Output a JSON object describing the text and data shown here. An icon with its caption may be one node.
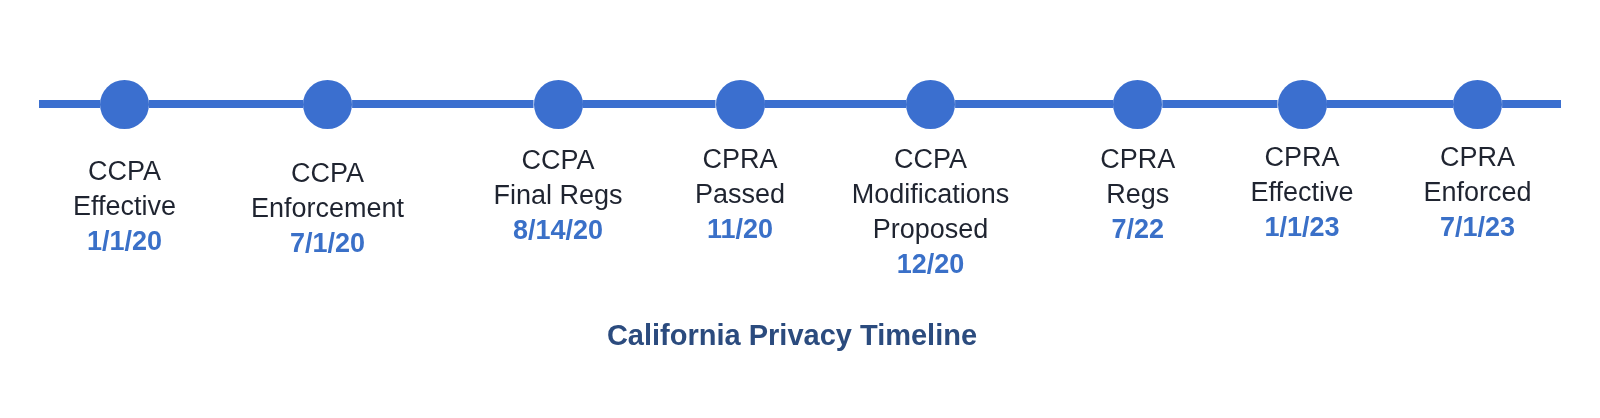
{
  "diagram": {
    "title": "California Privacy Timeline",
    "nodes": [
      {
        "text": [],
        "shape": "circle",
        "beside": [
          "CCPA Effective",
          "1/1/20"
        ]
      },
      {
        "text": [],
        "shape": "circle",
        "beside": [
          "CCPA Enforcement",
          "7/1/20"
        ]
      },
      {
        "text": [],
        "shape": "circle",
        "beside": [
          "CCPA Final Regs",
          "8/14/20"
        ]
      },
      {
        "text": [],
        "shape": "circle",
        "beside": [
          "CPRA Passed",
          "11/20"
        ]
      },
      {
        "text": [],
        "shape": "circle",
        "beside": [
          "CCPA Modifications Proposed",
          "12/20"
        ]
      },
      {
        "text": [],
        "shape": "circle",
        "beside": [
          "CPRA Regs",
          "7/22"
        ]
      },
      {
        "text": [],
        "shape": "circle",
        "beside": [
          "CPRA Effective",
          "1/1/23"
        ]
      },
      {
        "text": [],
        "shape": "circle",
        "beside": [
          "CPRA Enforced",
          "7/1/23"
        ]
      }
    ],
    "edges": [
      {
        "from": null,
        "to": 0,
        "arrow": "none"
      },
      {
        "from": 0,
        "to": 1,
        "arrow": "none"
      },
      {
        "from": 1,
        "to": 2,
        "arrow": "none"
      },
      {
        "from": 2,
        "to": 3,
        "arrow": "none"
      },
      {
        "from": 3,
        "to": 4,
        "arrow": "none"
      },
      {
        "from": 4,
        "to": 5,
        "arrow": "none"
      },
      {
        "from": 5,
        "to": 6,
        "arrow": "none"
      },
      {
        "from": 6,
        "to": 7,
        "arrow": "none"
      },
      {
        "from": 7,
        "to": null,
        "arrow": "none"
      }
    ]
  }
}
